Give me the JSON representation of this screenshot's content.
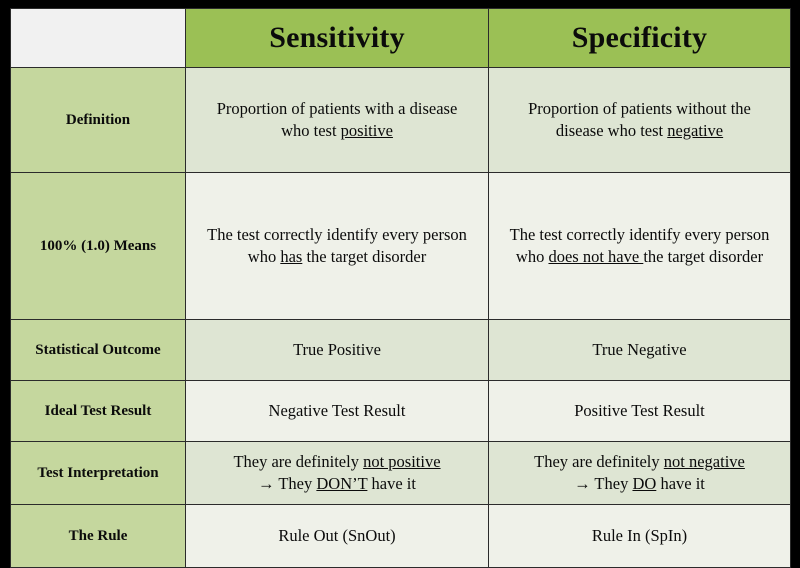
{
  "table": {
    "columns": {
      "label_header": "",
      "headers": [
        "Sensitivity",
        "Specificity"
      ]
    },
    "rows": [
      {
        "label": "Definition",
        "sensitivity": {
          "line1_pre": "Proportion of patients with a disease",
          "line2_pre": "who test ",
          "line2_underlined": "positive",
          "line2_post": ""
        },
        "specificity": {
          "line1_pre": "Proportion of patients without the",
          "line2_pre": "disease who test ",
          "line2_underlined": "negative",
          "line2_post": ""
        }
      },
      {
        "label": "100% (1.0) Means",
        "sensitivity": {
          "line1_pre": "The test correctly identify every person",
          "line2_pre": "who ",
          "line2_underlined": "has",
          "line2_post": " the target disorder"
        },
        "specificity": {
          "line1_pre": "The test correctly identify every person",
          "line2_pre": "who ",
          "line2_underlined": "does not have ",
          "line2_post": "the target disorder"
        }
      },
      {
        "label": "Statistical Outcome",
        "sensitivity": {
          "line1_pre": "True Positive"
        },
        "specificity": {
          "line1_pre": "True Negative"
        }
      },
      {
        "label": "Ideal Test Result",
        "sensitivity": {
          "line1_pre": "Negative Test Result"
        },
        "specificity": {
          "line1_pre": "Positive Test Result"
        }
      },
      {
        "label": "Test Interpretation",
        "sensitivity": {
          "line1_pre": "They are definitely ",
          "line1_underlined": "not positive",
          "line2_pre": "→ They ",
          "line2_underlined": "DON’T",
          "line2_post": " have it"
        },
        "specificity": {
          "line1_pre": "They are definitely ",
          "line1_underlined": "not negative",
          "line2_pre": "→ They ",
          "line2_underlined": "DO",
          "line2_post": " have it"
        }
      },
      {
        "label": "The Rule",
        "sensitivity": {
          "line1_pre": "Rule Out (SnOut)"
        },
        "specificity": {
          "line1_pre": "Rule In (SpIn)"
        }
      }
    ]
  },
  "colors": {
    "page_background": "#000000",
    "header_green": "#9bc055",
    "label_green": "#c5d79e",
    "cell_green": "#dee5d3",
    "cell_white": "#eff1e9",
    "corner_gray": "#f1f1f1",
    "border": "#2b2b2b",
    "text": "#0b0b0b"
  }
}
